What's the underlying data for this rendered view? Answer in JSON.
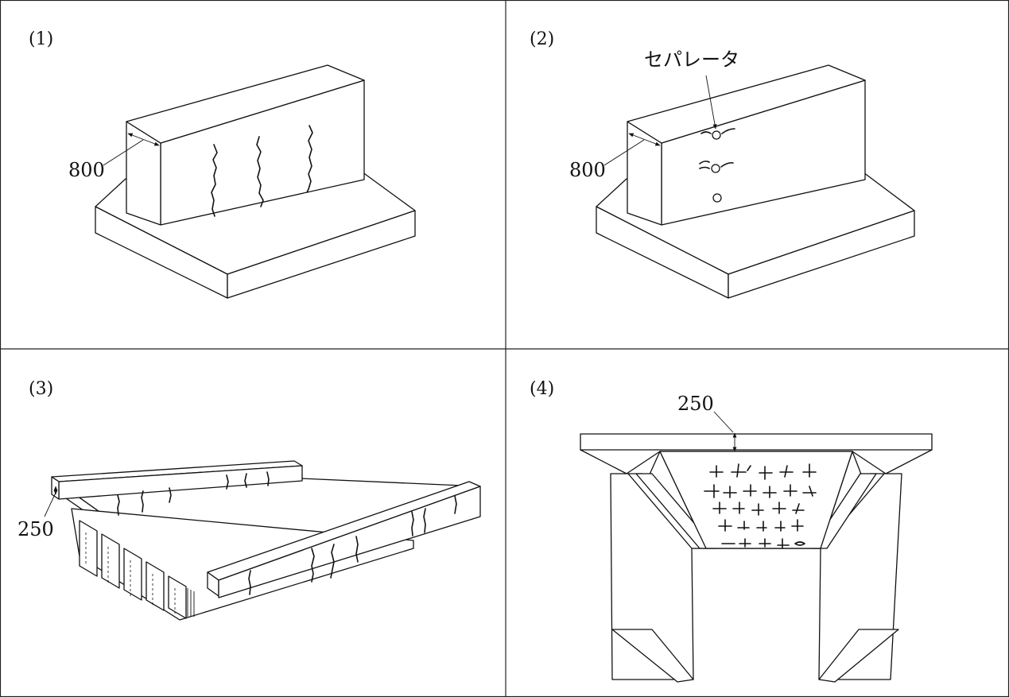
{
  "panels": [
    {
      "label": "(1)",
      "dimension": "800"
    },
    {
      "label": "(2)",
      "dimension": "800",
      "annotation": "セパレータ"
    },
    {
      "label": "(3)",
      "dimension": "250"
    },
    {
      "label": "(4)",
      "dimension": "250"
    }
  ]
}
